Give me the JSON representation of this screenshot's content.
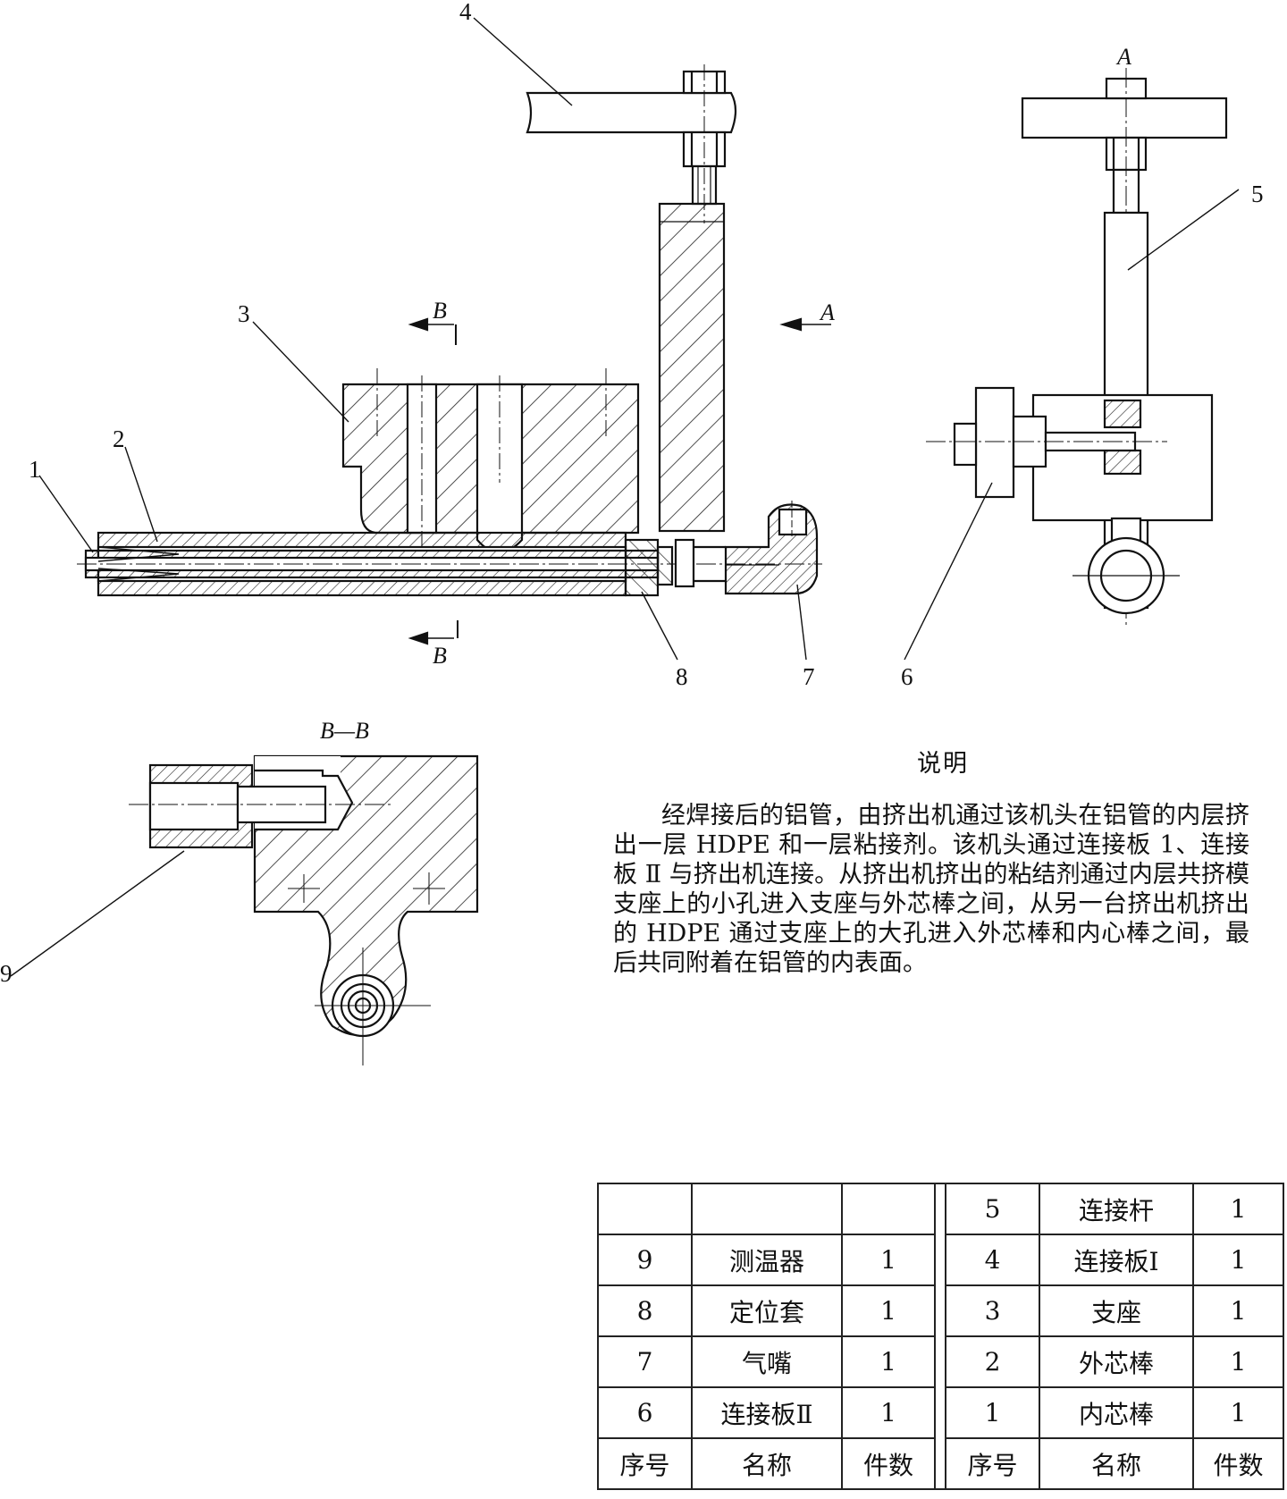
{
  "callouts": {
    "c1": "1",
    "c2": "2",
    "c3": "3",
    "c4": "4",
    "c5": "5",
    "c6": "6",
    "c7": "7",
    "c8": "8",
    "c9": "9"
  },
  "section_letters": {
    "a_top": "A",
    "a_arrow": "A",
    "b_top": "B",
    "b_bottom": "B"
  },
  "section_title": "B—B",
  "note": {
    "title": "说明",
    "text": "经焊接后的铝管，由挤出机通过该机头在铝管的内层挤出一层 HDPE 和一层粘接剂。该机头通过连接板 1、连接板 Ⅱ 与挤出机连接。从挤出机挤出的粘结剂通过内层共挤模支座上的小孔进入支座与外芯棒之间，从另一台挤出机挤出的 HDPE 通过支座上的大孔进入外芯棒和内心棒之间，最后共同附着在铝管的内表面。"
  },
  "parts_table": {
    "header": {
      "no": "序号",
      "name": "名称",
      "qty": "件数"
    },
    "left": [
      {
        "no": "",
        "name": "",
        "qty": ""
      },
      {
        "no": "9",
        "name": "测温器",
        "qty": "1"
      },
      {
        "no": "8",
        "name": "定位套",
        "qty": "1"
      },
      {
        "no": "7",
        "name": "气嘴",
        "qty": "1"
      },
      {
        "no": "6",
        "name": "连接板Ⅱ",
        "qty": "1"
      }
    ],
    "right": [
      {
        "no": "5",
        "name": "连接杆",
        "qty": "1"
      },
      {
        "no": "4",
        "name": "连接板Ⅰ",
        "qty": "1"
      },
      {
        "no": "3",
        "name": "支座",
        "qty": "1"
      },
      {
        "no": "2",
        "name": "外芯棒",
        "qty": "1"
      },
      {
        "no": "1",
        "name": "内芯棒",
        "qty": "1"
      }
    ]
  }
}
